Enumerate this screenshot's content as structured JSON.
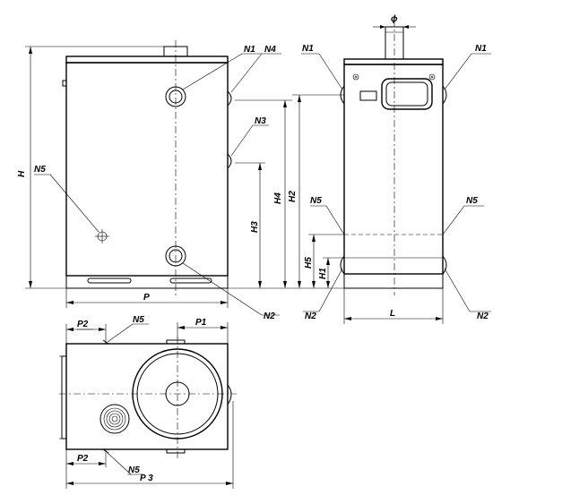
{
  "labels": {
    "N1": "N1",
    "N2": "N2",
    "N3": "N3",
    "N4": "N4",
    "N5": "N5"
  },
  "dimensions": {
    "H": "H",
    "H1": "H1",
    "H2": "H2",
    "H3": "H3",
    "H4": "H4",
    "H5": "H5",
    "P": "P",
    "P1": "P1",
    "P2": "P2",
    "P3": "P 3",
    "L": "L",
    "phi": "ϕ"
  }
}
